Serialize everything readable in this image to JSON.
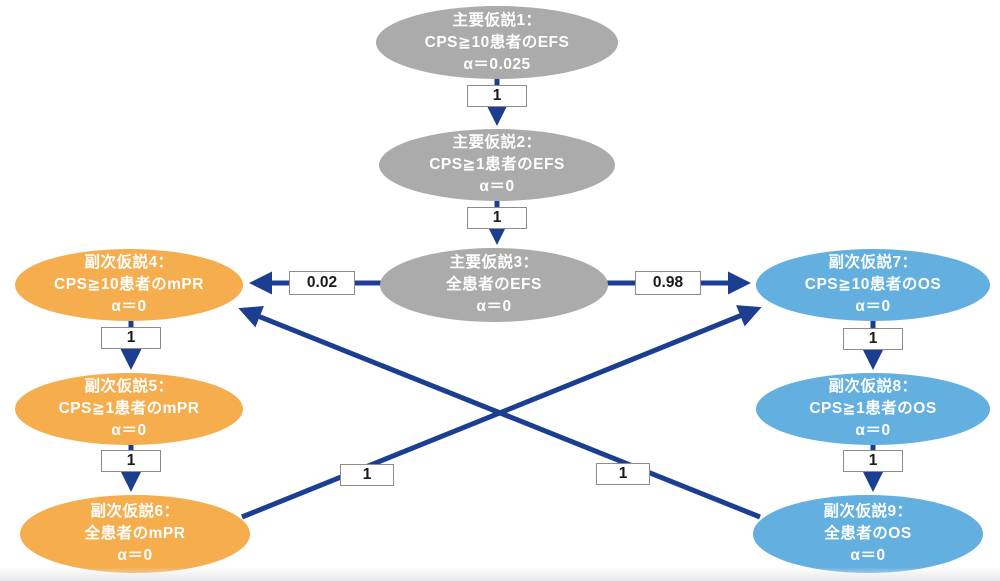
{
  "diagram": {
    "type": "hypothesis-testing-strategy-graph",
    "colors": {
      "primary_node": "#ababab",
      "secondary_left_node": "#f5ad4e",
      "secondary_right_node": "#62afe0",
      "arrow": "#1b3e91",
      "label_box_border": "#8c8c8c",
      "label_box_fill": "#ffffff",
      "node_text": "#ffffff"
    }
  },
  "nodes": [
    {
      "id": "h1",
      "title": "主要仮説1：",
      "measure": "CPS≧10患者のEFS",
      "alpha": "α＝0.025",
      "color": "#ababab"
    },
    {
      "id": "h2",
      "title": "主要仮説2：",
      "measure": "CPS≧1患者のEFS",
      "alpha": "α＝0",
      "color": "#ababab"
    },
    {
      "id": "h3",
      "title": "主要仮説3：",
      "measure": "全患者のEFS",
      "alpha": "α＝0",
      "color": "#ababab"
    },
    {
      "id": "h4",
      "title": "副次仮説4：",
      "measure": "CPS≧10患者のmPR",
      "alpha": "α＝0",
      "color": "#f5ad4e"
    },
    {
      "id": "h5",
      "title": "副次仮説5：",
      "measure": "CPS≧1患者のmPR",
      "alpha": "α＝0",
      "color": "#f5ad4e"
    },
    {
      "id": "h6",
      "title": "副次仮説6：",
      "measure": "全患者のmPR",
      "alpha": "α＝0",
      "color": "#f5ad4e"
    },
    {
      "id": "h7",
      "title": "副次仮説7：",
      "measure": "CPS≧10患者のOS",
      "alpha": "α＝0",
      "color": "#62afe0"
    },
    {
      "id": "h8",
      "title": "副次仮説8：",
      "measure": "CPS≧1患者のOS",
      "alpha": "α＝0",
      "color": "#62afe0"
    },
    {
      "id": "h9",
      "title": "副次仮説9：",
      "measure": "全患者のOS",
      "alpha": "α＝0",
      "color": "#62afe0"
    }
  ],
  "edges": [
    {
      "from": "h1",
      "to": "h2",
      "label": "1"
    },
    {
      "from": "h2",
      "to": "h3",
      "label": "1"
    },
    {
      "from": "h3",
      "to": "h4",
      "label": "0.02"
    },
    {
      "from": "h3",
      "to": "h7",
      "label": "0.98"
    },
    {
      "from": "h4",
      "to": "h5",
      "label": "1"
    },
    {
      "from": "h5",
      "to": "h6",
      "label": "1"
    },
    {
      "from": "h7",
      "to": "h8",
      "label": "1"
    },
    {
      "from": "h8",
      "to": "h9",
      "label": "1"
    },
    {
      "from": "h6",
      "to": "h7",
      "label": "1"
    },
    {
      "from": "h9",
      "to": "h4",
      "label": "1"
    }
  ]
}
